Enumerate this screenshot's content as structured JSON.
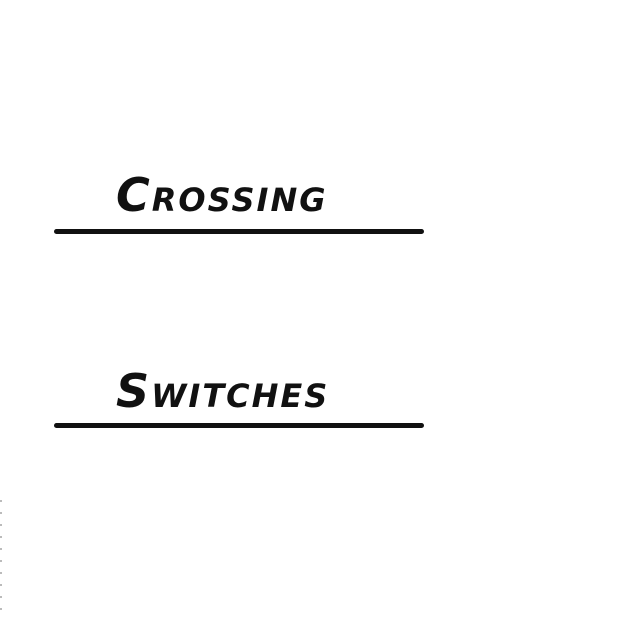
{
  "headings": [
    {
      "id": "crossing",
      "text": "Crossing"
    },
    {
      "id": "switches",
      "text": "Switches"
    }
  ],
  "colors": {
    "ink": "#111111",
    "background": "#ffffff"
  }
}
